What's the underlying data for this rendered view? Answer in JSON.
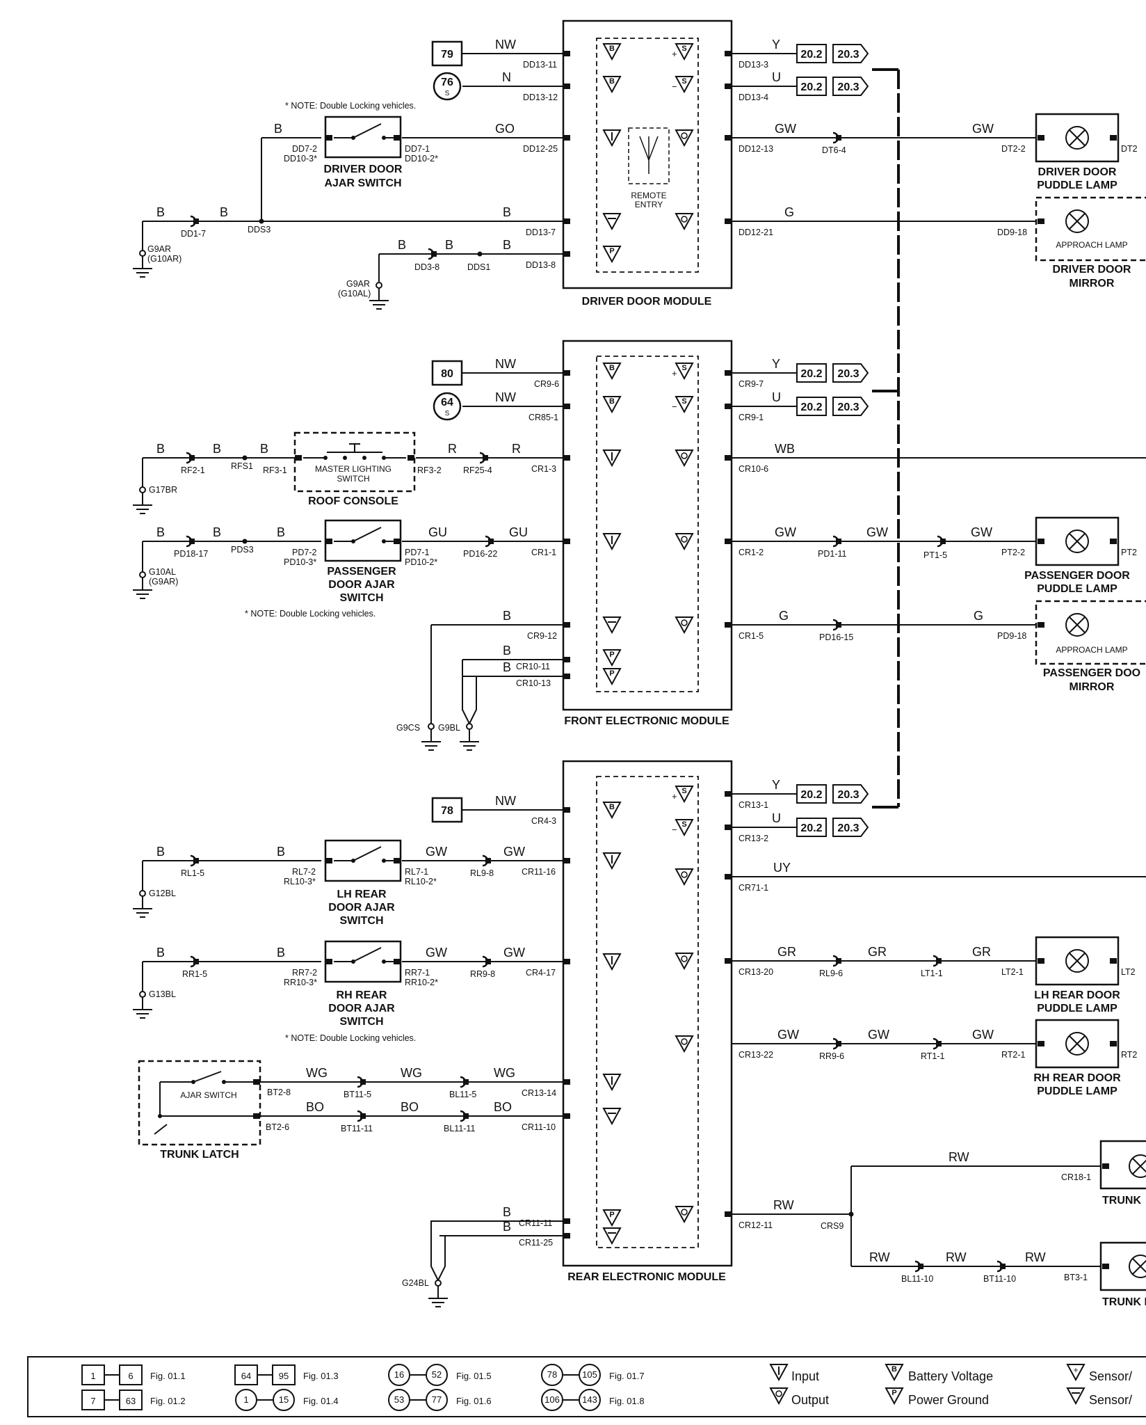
{
  "modules": {
    "driver": "DRIVER DOOR MODULE",
    "front": "FRONT ELECTRONIC MODULE",
    "rear": "REAR ELECTRONIC MODULE",
    "remote_entry_1": "REMOTE",
    "remote_entry_2": "ENTRY"
  },
  "components": {
    "driver_ajar_1": "DRIVER DOOR",
    "driver_ajar_2": "AJAR SWITCH",
    "driver_puddle_1": "DRIVER DOOR",
    "driver_puddle_2": "PUDDLE LAMP",
    "approach_lamp": "APPROACH LAMP",
    "driver_mirror_1": "DRIVER DOOR",
    "driver_mirror_2": "MIRROR",
    "roof_console": "ROOF CONSOLE",
    "master_lighting_1": "MASTER LIGHTING",
    "master_lighting_2": "SWITCH",
    "passenger_ajar_1": "PASSENGER",
    "passenger_ajar_2": "DOOR AJAR",
    "passenger_ajar_3": "SWITCH",
    "passenger_puddle_1": "PASSENGER DOOR",
    "passenger_puddle_2": "PUDDLE LAMP",
    "passenger_mirror_1": "PASSENGER DOO",
    "passenger_mirror_2": "MIRROR",
    "lh_rear_ajar_1": "LH REAR",
    "lh_rear_ajar_2": "DOOR AJAR",
    "lh_rear_ajar_3": "SWITCH",
    "rh_rear_ajar_1": "RH REAR",
    "rh_rear_ajar_2": "DOOR AJAR",
    "rh_rear_ajar_3": "SWITCH",
    "lh_rear_puddle_1": "LH REAR DOOR",
    "lh_rear_puddle_2": "PUDDLE LAMP",
    "rh_rear_puddle_1": "RH REAR DOOR",
    "rh_rear_puddle_2": "PUDDLE LAMP",
    "trunk_latch": "TRUNK LATCH",
    "ajar_switch": "AJAR SWITCH",
    "trunk_1": "TRUNK",
    "trunk_2": "TRUNK L"
  },
  "notes": {
    "note1": "* NOTE: Double Locking vehicles.",
    "note2": "* NOTE: Double Locking vehicles.",
    "note3": "* NOTE: Double Locking vehicles."
  },
  "refs": {
    "r79": "79",
    "r76": "76",
    "r80": "80",
    "r64": "64",
    "r78": "78",
    "s": "S",
    "f202": "20.2",
    "f203": "20.3"
  },
  "wires": {
    "NW": "NW",
    "N": "N",
    "GO": "GO",
    "B": "B",
    "Y": "Y",
    "U": "U",
    "GW": "GW",
    "G": "G",
    "R": "R",
    "WB": "WB",
    "GU": "GU",
    "UY": "UY",
    "GR": "GR",
    "WG": "WG",
    "BO": "BO",
    "RW": "RW"
  },
  "connectors": {
    "DD13_11": "DD13-11",
    "DD13_12": "DD13-12",
    "DD12_25": "DD12-25",
    "DD13_7": "DD13-7",
    "DD13_8": "DD13-8",
    "DD13_3": "DD13-3",
    "DD13_4": "DD13-4",
    "DD12_13": "DD12-13",
    "DD12_21": "DD12-21",
    "DD7_2": "DD7-2",
    "DD10_3": "DD10-3*",
    "DD7_1": "DD7-1",
    "DD10_2": "DD10-2*",
    "DD1_7": "DD1-7",
    "DDS3": "DDS3",
    "DD3_8": "DD3-8",
    "DDS1": "DDS1",
    "G9AR": "G9AR",
    "G10AR": "(G10AR)",
    "G9AR2": "G9AR",
    "G10AL": "(G10AL)",
    "DT6_4": "DT6-4",
    "DT2_2": "DT2-2",
    "DT2": "DT2",
    "DD9_18": "DD9-18",
    "CR9_6": "CR9-6",
    "CR85_1": "CR85-1",
    "CR1_3": "CR1-3",
    "CR1_1": "CR1-1",
    "CR9_12": "CR9-12",
    "CR10_11": "CR10-11",
    "CR10_13": "CR10-13",
    "CR9_7": "CR9-7",
    "CR9_1": "CR9-1",
    "CR10_6": "CR10-6",
    "CR1_2": "CR1-2",
    "CR1_5": "CR1-5",
    "RF2_1": "RF2-1",
    "RFS1": "RFS1",
    "RF3_1": "RF3-1",
    "RF3_2": "RF3-2",
    "RF25_4": "RF25-4",
    "G17BR": "G17BR",
    "PD18_17": "PD18-17",
    "PDS3": "PDS3",
    "PD7_2": "PD7-2",
    "PD10_3": "PD10-3*",
    "PD7_1": "PD7-1",
    "PD10_2": "PD10-2*",
    "PD16_22": "PD16-22",
    "G10AL2": "G10AL",
    "G9AR3": "(G9AR)",
    "PD1_11": "PD1-11",
    "PT1_5": "PT1-5",
    "PT2_2": "PT2-2",
    "PT2": "PT2",
    "PD16_15": "PD16-15",
    "PD9_18": "PD9-18",
    "G9CS": "G9CS",
    "G9BL": "G9BL",
    "CR4_3": "CR4-3",
    "CR11_16": "CR11-16",
    "CR4_17": "CR4-17",
    "CR13_14": "CR13-14",
    "CR11_10": "CR11-10",
    "CR11_11": "CR11-11",
    "CR11_25": "CR11-25",
    "CR13_1": "CR13-1",
    "CR13_2": "CR13-2",
    "CR71_1": "CR71-1",
    "CR13_20": "CR13-20",
    "CR13_22": "CR13-22",
    "CR12_11": "CR12-11",
    "RL1_5": "RL1-5",
    "G12BL": "G12BL",
    "RL7_2": "RL7-2",
    "RL10_3": "RL10-3*",
    "RL7_1": "RL7-1",
    "RL10_2": "RL10-2*",
    "RL9_8": "RL9-8",
    "RR1_5": "RR1-5",
    "G13BL": "G13BL",
    "RR7_2": "RR7-2",
    "RR10_3": "RR10-3*",
    "RR7_1": "RR7-1",
    "RR10_2": "RR10-2*",
    "RR9_8": "RR9-8",
    "BT2_8": "BT2-8",
    "BT11_5": "BT11-5",
    "BL11_5": "BL11-5",
    "BT2_6": "BT2-6",
    "BT11_11": "BT11-11",
    "BL11_11": "BL11-11",
    "G24BL": "G24BL",
    "RL9_6": "RL9-6",
    "LT1_1": "LT1-1",
    "LT2_1": "LT2-1",
    "LT2": "LT2",
    "RR9_6": "RR9-6",
    "RT1_1": "RT1-1",
    "RT2_1": "RT2-1",
    "RT2": "RT2",
    "CRS9": "CRS9",
    "CR18_1": "CR18-1",
    "BL11_10": "BL11-10",
    "BT11_10": "BT11-10",
    "BT3_1": "BT3-1"
  },
  "legend": {
    "r1a": "1",
    "r1b": "6",
    "f011": "Fig. 01.1",
    "r2a": "7",
    "r2b": "63",
    "f012": "Fig. 01.2",
    "r3a": "64",
    "r3b": "95",
    "f013": "Fig. 01.3",
    "r4a": "1",
    "r4b": "15",
    "f014": "Fig. 01.4",
    "r5a": "16",
    "r5b": "52",
    "f015": "Fig. 01.5",
    "r6a": "53",
    "r6b": "77",
    "f016": "Fig. 01.6",
    "r7a": "78",
    "r7b": "105",
    "f017": "Fig. 01.7",
    "r8a": "106",
    "r8b": "143",
    "f018": "Fig. 01.8",
    "input": "Input",
    "output": "Output",
    "battery": "Battery Voltage",
    "ground": "Power Ground",
    "sensor1": "Sensor/",
    "sensor2": "Sensor/"
  },
  "colors": {
    "line": "#111111",
    "background": "#ffffff"
  }
}
